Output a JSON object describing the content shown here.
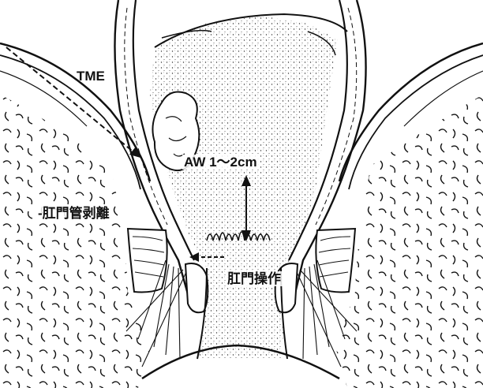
{
  "labels": {
    "tme": "TME",
    "anal_wall": "AW 1～2cm",
    "anal_canal_dissection": "-肛門管剥離",
    "anal_operation": "肛門操作"
  },
  "colors": {
    "line": "#111111",
    "stipple": "#333333",
    "background": "#ffffff"
  }
}
